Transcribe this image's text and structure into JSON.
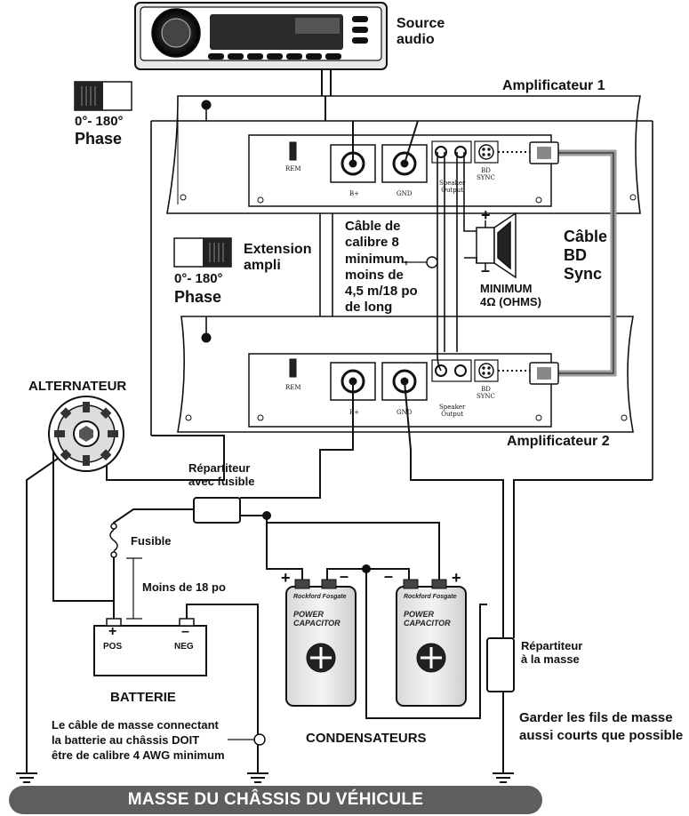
{
  "labels": {
    "source_audio": [
      "Source",
      "audio"
    ],
    "amp1": "Amplificateur 1",
    "amp2": "Amplificateur 2",
    "phase_top_range": "0°- 180°",
    "phase_top_word": "Phase",
    "phase_mid_range": "0°- 180°",
    "phase_mid_word": "Phase",
    "extension": [
      "Extension",
      "ampli"
    ],
    "cable_note": [
      "Câble de",
      "calibre 8",
      "minimum,",
      "moins de",
      "4,5 m/18 po",
      "de long"
    ],
    "bd_sync_cable": [
      "Câble",
      "BD",
      "Sync"
    ],
    "minimum_ohms": [
      "MINIMUM",
      "4Ω (OHMS)"
    ],
    "alternator": "ALTERNATEUR",
    "fuse_block": [
      "Répartiteur",
      "avec fusible"
    ],
    "fuse": "Fusible",
    "distance": "Moins de 18 po",
    "pos": "POS",
    "neg": "NEG",
    "plus": "+",
    "minus": "–",
    "battery": "BATTERIE",
    "ground_note": [
      "Le câble de masse connectant",
      "la batterie au châssis DOIT",
      "être de calibre 4 AWG minimum"
    ],
    "capacitors": "CONDENSATEURS",
    "ground_block": [
      "Répartiteur",
      "à la masse"
    ],
    "ground_advice": [
      "Garder les fils de masse",
      "aussi courts que possible"
    ],
    "chassis": "MASSE DU CHÂSSIS DU VÉHICULE"
  },
  "amp_terminals": {
    "rem": "REM",
    "bplus": "B+",
    "gnd": "GND",
    "speaker_output": [
      "Speaker",
      "Output"
    ],
    "bd_sync": [
      "BD",
      "SYNC"
    ]
  },
  "capacitor_brand": [
    "Rockford Fosgate",
    "POWER",
    "CAPACITOR"
  ],
  "colors": {
    "line": "#111111",
    "banner": "#5e5e5e",
    "bd_cable": "#9a9a9a"
  }
}
